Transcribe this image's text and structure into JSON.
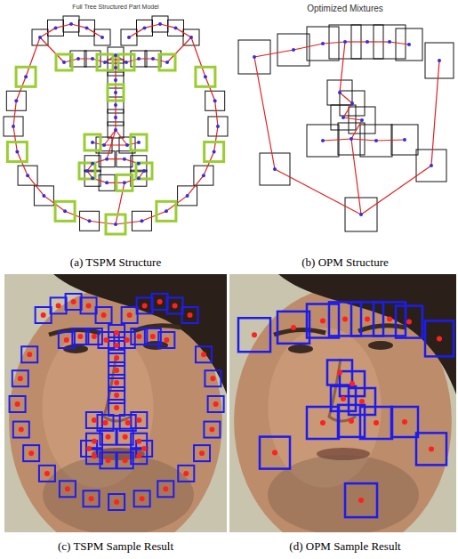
{
  "diagram": {
    "labels": [
      "Full Tree Structured Part Model",
      "Optimized Mixtures",
      "(a) TSPM Structure",
      "(b) OPM Structure",
      "(c) TSPM Sample Result",
      "(d) OPM Sample Result"
    ]
  }
}
